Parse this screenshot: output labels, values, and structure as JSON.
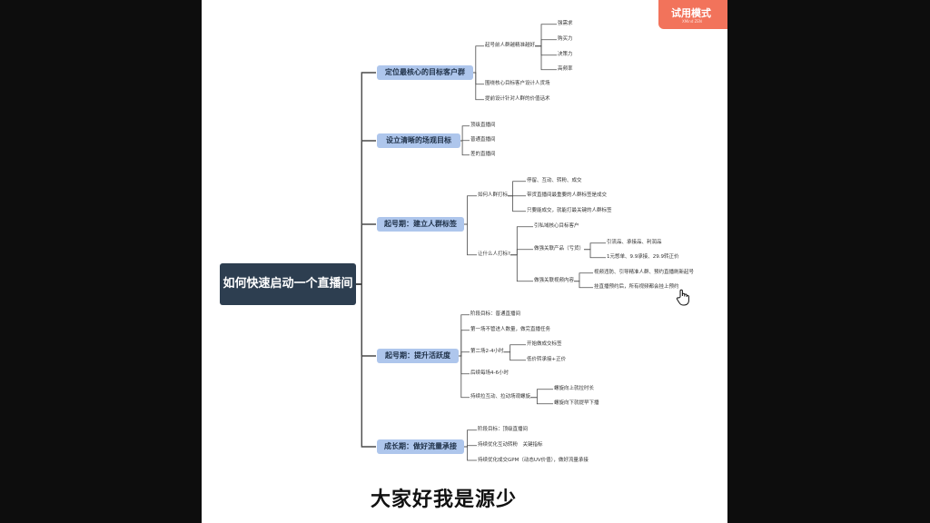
{
  "watermark": {
    "label": "试用模式",
    "sub": "XMind ZEN"
  },
  "subtitle": "大家好我是源少",
  "cursor_icon": "hand-pointer-icon",
  "colors": {
    "root_bg": "#2d3e50",
    "branch_bg": "#aec6ec",
    "line": "#4a4a4a",
    "badge": "#f2735b"
  },
  "mindmap": {
    "root": "如何快速启动一个直播间",
    "branches": [
      {
        "label": "定位最核心的目标客户群",
        "children": [
          {
            "label": "起号前人群越精准越好",
            "children": [
              "强需求",
              "购买力",
              "决策力",
              "高频率"
            ]
          },
          {
            "label": "围绕核心目标客户设计人货场",
            "children": []
          },
          {
            "label": "提前设计针对人群的价值话术",
            "children": []
          }
        ]
      },
      {
        "label": "设立清晰的场观目标",
        "children": [
          {
            "label": "顶级直播间",
            "children": []
          },
          {
            "label": "普通直播间",
            "children": []
          },
          {
            "label": "差的直播间",
            "children": []
          }
        ]
      },
      {
        "label": "起号期：建立人群标签",
        "children": [
          {
            "label": "如何人群打标",
            "children": [
              "停留、互动、转粉、成交",
              "带货直播间最重要的人群标签是成交",
              "只要能成交，就能打最关键的人群标签"
            ]
          },
          {
            "label": "让什么人打标?",
            "children": [
              {
                "label": "引私域核心目标客户",
                "children": []
              },
              {
                "label": "做强关联产品（亏货）",
                "children": [
                  "引流品、承接品、利润品",
                  "1元憋单、9.9承接、29.9转正价"
                ]
              },
              {
                "label": "做强关联视频内容",
                "children": [
                  "视频违防、引导精准人群、预约直播刷新起号",
                  "挂直播预约后，所有视频都会挂上预约"
                ]
              }
            ]
          }
        ]
      },
      {
        "label": "起号期：提升活跃度",
        "children": [
          {
            "label": "阶段目标：普通直播间",
            "children": []
          },
          {
            "label": "第一场不管进人数量，做完直播任务",
            "children": []
          },
          {
            "label": "第二场2-4小时",
            "children": [
              "开始做成交标签",
              "低价转承接+正价"
            ]
          },
          {
            "label": "后续每场4-6小时",
            "children": []
          },
          {
            "label": "持续拉互动、拉动场观螺旋",
            "children": [
              "螺旋向上就拉时长",
              "螺旋向下就提早下播"
            ]
          }
        ]
      },
      {
        "label": "成长期：做好流量承接",
        "children": [
          {
            "label": "阶段目标：顶级直播间",
            "children": []
          },
          {
            "label": "持续优化互动转粉　关键指标",
            "children": []
          },
          {
            "label": "持续优化成交GPM（动态UV价值），做好流量承接",
            "children": []
          }
        ]
      }
    ]
  }
}
